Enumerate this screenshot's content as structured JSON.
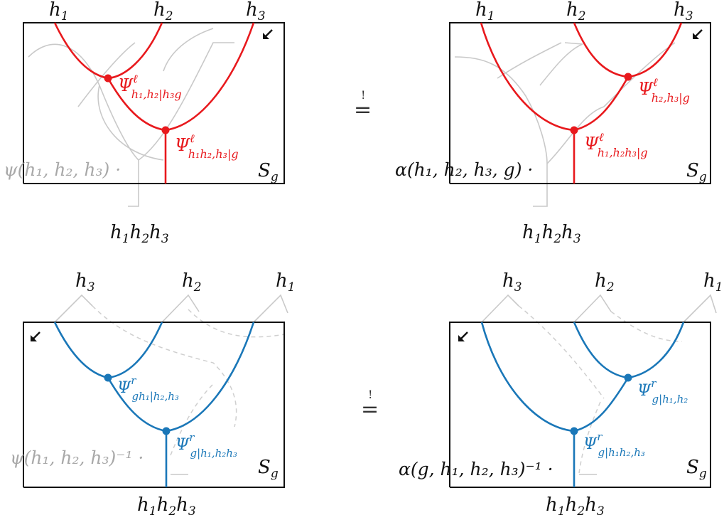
{
  "top_left": {
    "top_labels": [
      "h",
      "h",
      "h"
    ],
    "top_subs": [
      "1",
      "2",
      "3"
    ],
    "bottom_label": "h",
    "bottom_subs": [
      "1",
      "2",
      "3"
    ],
    "coefficient": "ψ(h₁, h₂, h₃) ·",
    "region_label": "S",
    "region_sub": "g",
    "junction_1": {
      "symbol": "Ψ",
      "super": "ℓ",
      "sub": "h₁,h₂|h₃g"
    },
    "junction_2": {
      "symbol": "Ψ",
      "super": "ℓ",
      "sub": "h₁h₂,h₃|g"
    },
    "corner_arrow": "↙"
  },
  "top_right": {
    "top_labels": [
      "h",
      "h",
      "h"
    ],
    "top_subs": [
      "1",
      "2",
      "3"
    ],
    "bottom_label": "h",
    "bottom_subs": [
      "1",
      "2",
      "3"
    ],
    "coefficient": "α(h₁, h₂, h₃, g) ·",
    "region_label": "S",
    "region_sub": "g",
    "junction_1": {
      "symbol": "Ψ",
      "super": "ℓ",
      "sub": "h₂,h₃|g"
    },
    "junction_2": {
      "symbol": "Ψ",
      "super": "ℓ",
      "sub": "h₁,h₂h₃|g"
    },
    "corner_arrow": "↙"
  },
  "bottom_left": {
    "top_labels": [
      "h",
      "h",
      "h"
    ],
    "top_subs": [
      "3",
      "2",
      "1"
    ],
    "bottom_label": "h",
    "bottom_subs": [
      "1",
      "2",
      "3"
    ],
    "coefficient": "ψ(h₁, h₂, h₃)⁻¹ ·",
    "region_label": "S",
    "region_sub": "g",
    "junction_1": {
      "symbol": "Ψ",
      "super": "r",
      "sub": "gh₁|h₂,h₃"
    },
    "junction_2": {
      "symbol": "Ψ",
      "super": "r",
      "sub": "g|h₁,h₂h₃"
    },
    "corner_arrow": "↙"
  },
  "bottom_right": {
    "top_labels": [
      "h",
      "h",
      "h"
    ],
    "top_subs": [
      "3",
      "2",
      "1"
    ],
    "bottom_label": "h",
    "bottom_subs": [
      "1",
      "2",
      "3"
    ],
    "coefficient": "α(g, h₁, h₂, h₃)⁻¹ ·",
    "region_label": "S",
    "region_sub": "g",
    "junction_1": {
      "symbol": "Ψ",
      "super": "r",
      "sub": "g|h₁,h₂"
    },
    "junction_2": {
      "symbol": "Ψ",
      "super": "r",
      "sub": "g|h₁h₂,h₃"
    },
    "corner_arrow": "↙"
  },
  "equals_symbol": "=",
  "equals_mark": "!",
  "colors": {
    "red": "#e8191d",
    "blue": "#1a77b8",
    "grey": "#c9c9c9",
    "frame": "#111111"
  }
}
